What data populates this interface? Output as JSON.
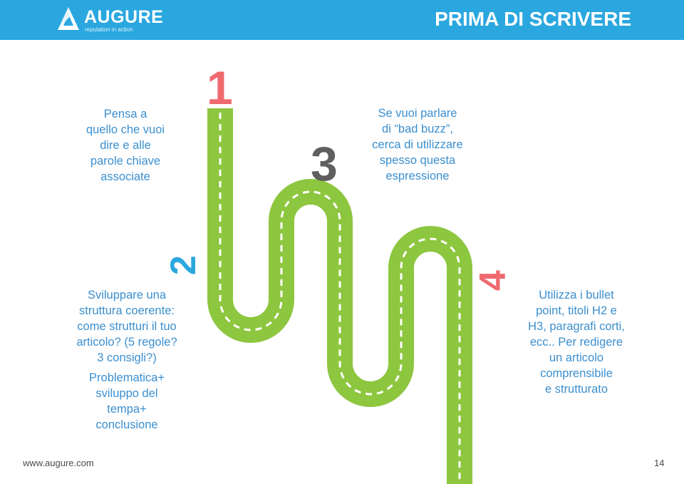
{
  "header": {
    "brand_name": "AUGURE",
    "brand_tagline": "reputation in action",
    "title": "PRIMA DI SCRIVERE"
  },
  "steps": [
    {
      "number": "1",
      "color": "#ef6a6f",
      "lines": [
        "Pensa a",
        "quello che vuoi",
        "dire e alle",
        "parole chiave",
        "associate"
      ]
    },
    {
      "number": "2",
      "color": "#2aa7df",
      "lines": [
        "Sviluppare una",
        "struttura coerente:",
        "come strutturi il tuo",
        "articolo? (5 regole?",
        "3 consigli?)"
      ],
      "extra_lines": [
        "Problematica+",
        "sviluppo del",
        "tempa+",
        "conclusione"
      ]
    },
    {
      "number": "3",
      "color": "#5f5f5f",
      "lines": [
        "Se vuoi parlare",
        "di “bad buzz”,",
        "cerca di utilizzare",
        "spesso questa",
        "espressione"
      ]
    },
    {
      "number": "4",
      "color": "#ef6a6f",
      "lines": [
        "Utilizza i bullet",
        "point, titoli H2 e",
        "H3, paragrafi corti,",
        "ecc.. Per redigere",
        "un articolo",
        "comprensibile",
        "e strutturato"
      ]
    }
  ],
  "road": {
    "color": "#8dc63f",
    "dash_color": "#ffffff"
  },
  "footer": {
    "url": "www.augure.com",
    "page_number": "14"
  }
}
